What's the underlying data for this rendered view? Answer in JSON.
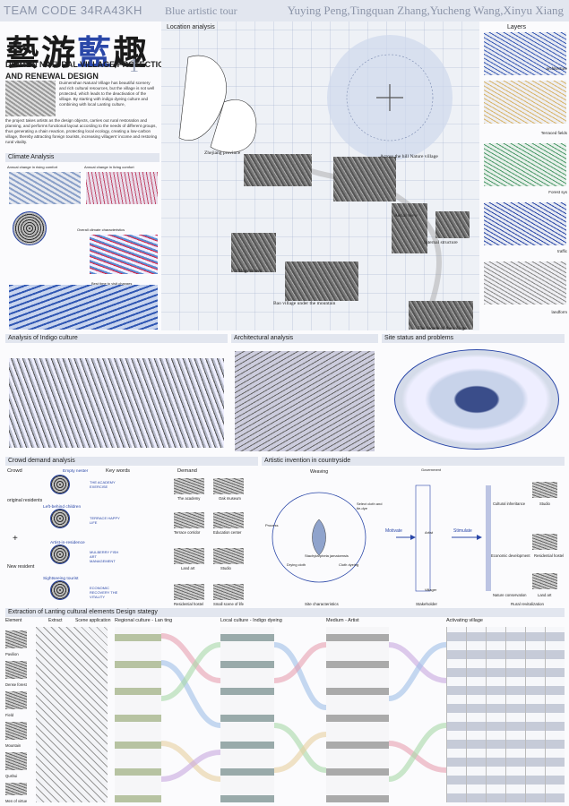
{
  "header": {
    "team_code": "TEAM CODE 34RA43KH",
    "tour": "Blue artistic tour",
    "authors": "Yuying Peng,Tingquan Zhang,Yucheng Wang,Xinyu Xiang"
  },
  "title": {
    "chars_black1": "藝",
    "chars_black2": "游",
    "chars_blue": "藍",
    "chars_black3": "趣",
    "line1": "DUIMEN NATURAL VILLAGE PROTECTION",
    "line2": "AND RENEWAL DESIGN",
    "page_number": "1"
  },
  "intro": {
    "p1": "Duimenshan Natural Village has beautiful scenery and rich cultural resources, but the village is not well protected, which leads to the deactivation of the village. By starting with indigo dyeing culture and combining with local Lanting culture,",
    "p2": "the project takes artists as the design objects, carries out rural restoration and planning, and performs functional layout according to the needs of different groups, thus generating a chain reaction, protecting local ecology, creating a low-carbon village, thereby attracting foreign tourists, increasing villagers' income and restoring rural vitality."
  },
  "sections": {
    "climate": "Climate Analysis",
    "location": "Location analysis",
    "layers": "Layers",
    "indigo": "Analysis of Indigo culture",
    "architectural": "Architectural analysis",
    "site_status": "Site status and problems",
    "crowd": "Crowd demand analysis",
    "artistic": "Artistic invention in countryside",
    "extraction": "Extraction of Lanting cultural elements Design stategy"
  },
  "climate_labels": {
    "a": "Annual change in rising comfort",
    "b": "Annual change in living comfort",
    "c": "Overall climate characteristics",
    "d": "Best time to visit changes"
  },
  "map_labels": {
    "province": "Zhejiang province",
    "across": "Across the hill Nature village",
    "aerial": "Aerial view",
    "internal": "Internal structure",
    "street": "Village Street",
    "bao": "Bao village under the mountain",
    "facade": "The facade of the village"
  },
  "layer_labels": [
    "architecture",
    "Terraced fields",
    "Forest sys",
    "traffic",
    "landform"
  ],
  "crowd": {
    "col_crowd": "Crowd",
    "col_keywords": "Key words",
    "col_demand": "Demand",
    "original": "original residents",
    "new": "New resident",
    "plus": "+",
    "groups": [
      "Empty nester",
      "Left-behind children",
      "Artist-in-residence",
      "Sightseeing tourist"
    ],
    "keywords": [
      "THE ACADEMY EXERCISE",
      "TERRACE HAPPY LIFE",
      "MULBERRY FISH ART MANAGEMENT",
      "ECONOMIC RECOVERY THE VITALITY"
    ],
    "demands": [
      "The academy",
      "Oak museum",
      "Terrace corridor",
      "Education center",
      "Land art",
      "Studio",
      "Residential hostel",
      "Small scene of life"
    ]
  },
  "artistic": {
    "steps": [
      "Weaving",
      "Select cloth and tie-dye",
      "Cloth dyeing",
      "Drying cloth",
      "Process"
    ],
    "center": "Stachytarpheta jamaicensis",
    "site": "Site characteristics",
    "stakeholder": "Stakeholder",
    "motivate": "Motivate",
    "stimulate": "Stimulate",
    "revital": "Rural revitalization",
    "out1": "Cultural inheritance",
    "out2": "Studio",
    "out3": "Economic development",
    "out4": "Residential hostel",
    "out5": "Nature conservation",
    "out6": "Land art",
    "roles": [
      "Government",
      "Artist",
      "Villager"
    ]
  },
  "extraction": {
    "col_element": "Element",
    "col_extract": "Extract",
    "col_scene": "Scene application",
    "col_regional": "Regional culture - Lan ting",
    "col_local": "Local culture - Indigo dyeing",
    "col_medium": "Medium - Artist",
    "col_activating": "Activating village",
    "elements": [
      "Pavilion",
      "Dense forest",
      "Field",
      "Mountain",
      "Qushui",
      "Men of virtue"
    ]
  }
}
